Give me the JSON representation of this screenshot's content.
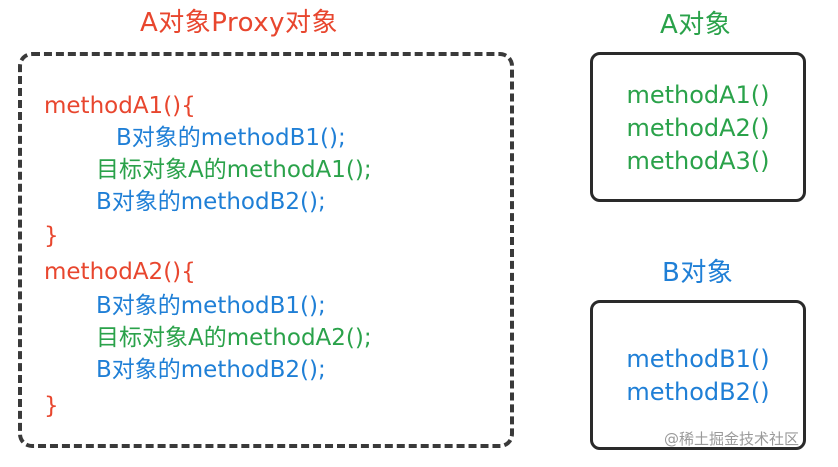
{
  "proxy": {
    "title": "A对象Proxy对象",
    "method1_header": "methodA1(){",
    "method1_lines": [
      "B对象的methodB1();",
      "目标对象A的methodA1();",
      "B对象的methodB2();"
    ],
    "method1_close": "}",
    "method2_header": "methodA2(){",
    "method2_lines": [
      "B对象的methodB1();",
      "目标对象A的methodA2();",
      "B对象的methodB2();"
    ],
    "method2_close": "}"
  },
  "objA": {
    "title": "A对象",
    "methods": [
      "methodA1()",
      "methodA2()",
      "methodA3()"
    ]
  },
  "objB": {
    "title": "B对象",
    "methods": [
      "methodB1()",
      "methodB2()"
    ]
  },
  "watermark": "@稀土掘金技术社区",
  "colors": {
    "red": "#e8462e",
    "green": "#2aa24a",
    "blue": "#1f7fd6",
    "border": "#2a2a2a"
  }
}
